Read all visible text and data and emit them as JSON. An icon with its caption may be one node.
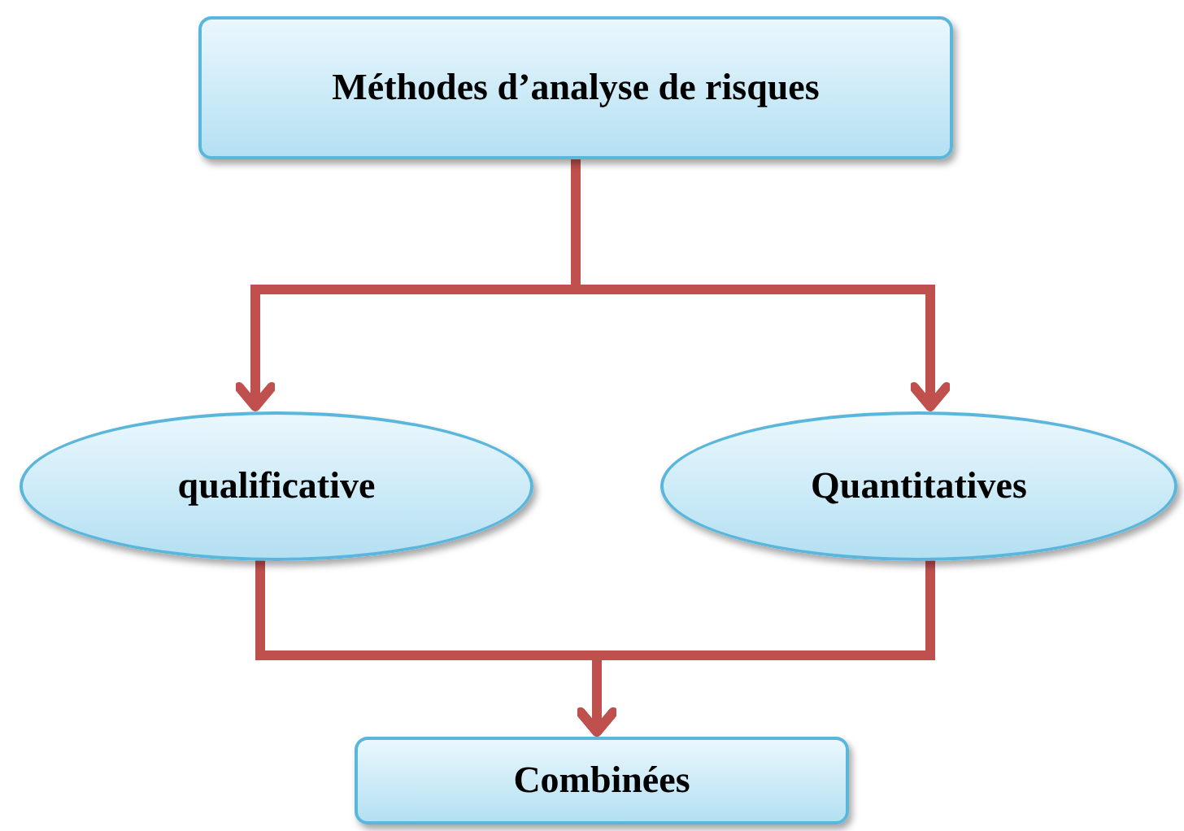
{
  "diagram": {
    "nodes": [
      {
        "text": [
          "Méthodes d’analyse de risques"
        ]
      },
      {
        "text": [
          "qualificative"
        ]
      },
      {
        "text": [
          "Quantitatives"
        ]
      },
      {
        "text": [
          "Combinées"
        ]
      }
    ],
    "edges": [
      {
        "from": 0,
        "to": 1,
        "arrow": "to"
      },
      {
        "from": 0,
        "to": 2,
        "arrow": "to"
      },
      {
        "from": 1,
        "to": 3,
        "arrow": "to"
      },
      {
        "from": 2,
        "to": 3,
        "arrow": "to"
      }
    ]
  }
}
